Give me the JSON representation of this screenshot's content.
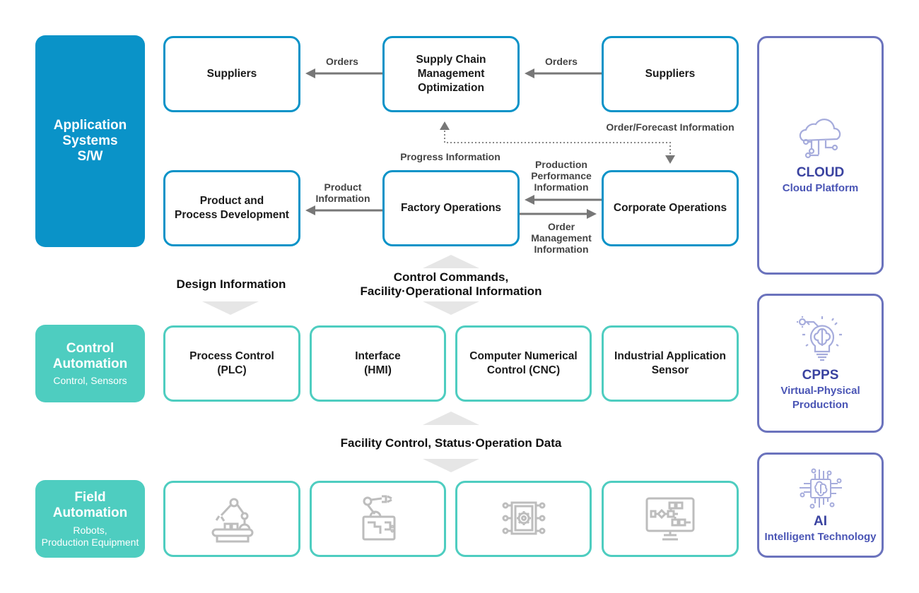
{
  "layers": {
    "application": {
      "title": "Application Systems S/W",
      "title_lines": [
        "Application",
        "Systems",
        "S/W"
      ],
      "color": "#0a93c8"
    },
    "control": {
      "title": "Control Automation",
      "title_lines": [
        "Control",
        "Automation"
      ],
      "subtitle": "Control, Sensors",
      "color": "#4ecdc0"
    },
    "field": {
      "title": "Field Automation",
      "title_lines": [
        "Field",
        "Automation"
      ],
      "subtitle_lines": [
        "Robots,",
        "Production Equipment"
      ],
      "color": "#4ecdc0"
    }
  },
  "app_boxes": {
    "suppliers_left": "Suppliers",
    "scm_lines": [
      "Supply Chain",
      "Management",
      "Optimization"
    ],
    "suppliers_right": "Suppliers",
    "ppd_lines": [
      "Product and",
      "Process Development"
    ],
    "factory": "Factory Operations",
    "corporate": "Corporate Operations"
  },
  "flows": {
    "orders_left": "Orders",
    "orders_right": "Orders",
    "order_forecast": "Order/Forecast Information",
    "progress": "Progress Information",
    "product_info_lines": [
      "Product",
      "Information"
    ],
    "prod_perf_lines": [
      "Production",
      "Performance",
      "Information"
    ],
    "order_mgmt_lines": [
      "Order",
      "Management",
      "Information"
    ],
    "design_info": "Design Information",
    "control_commands_lines": [
      "Control Commands,",
      "Facility·Operational Information"
    ],
    "facility_control": "Facility Control, Status·Operation Data"
  },
  "control_boxes": [
    {
      "lines": [
        "Process Control",
        "(PLC)"
      ]
    },
    {
      "lines": [
        "Interface",
        "(HMI)"
      ]
    },
    {
      "lines": [
        "Computer Numerical",
        "Control (CNC)"
      ]
    },
    {
      "lines": [
        "Industrial Application",
        "Sensor"
      ]
    }
  ],
  "field_boxes": [
    {
      "icon": "robot-arm-conveyor-icon"
    },
    {
      "icon": "robot-arm-monitor-icon"
    },
    {
      "icon": "chip-gear-icon"
    },
    {
      "icon": "monitor-flowchart-icon"
    }
  ],
  "tech_panels": [
    {
      "icon": "cloud-network-icon",
      "title": "CLOUD",
      "subtitle_lines": [
        "Cloud Platform"
      ]
    },
    {
      "icon": "lightbulb-brain-icon",
      "title": "CPPS",
      "subtitle_lines": [
        "Virtual-Physical",
        "Production"
      ]
    },
    {
      "icon": "ai-chip-brain-icon",
      "title": "AI",
      "subtitle_lines": [
        "Intelligent Technology"
      ]
    }
  ],
  "colors": {
    "app_blue": "#0a93c8",
    "teal": "#4ecdc0",
    "purple": "#6b73bd",
    "purple_text": "#3a43a0",
    "arrow_gray": "#777777",
    "chevron_gray": "#e6e6e6"
  }
}
